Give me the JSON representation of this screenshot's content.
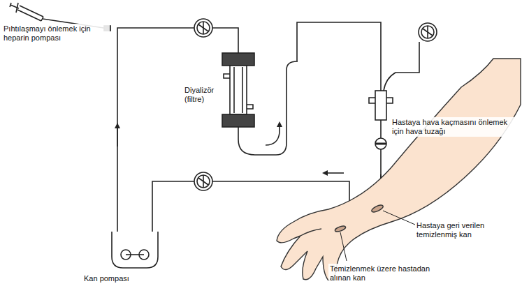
{
  "diagram": {
    "labels": [
      "Pıhtılaşmayı önlemek için heparin pompası",
      "Diyalizör (filtre)",
      "Hastaya hava kaçmasını önlemek için hava tuzağı",
      "Kan pompası",
      "Hastaya geri verilen temizlenmiş kan",
      "Temizlenmek üzere hastadan alınan kan"
    ]
  }
}
